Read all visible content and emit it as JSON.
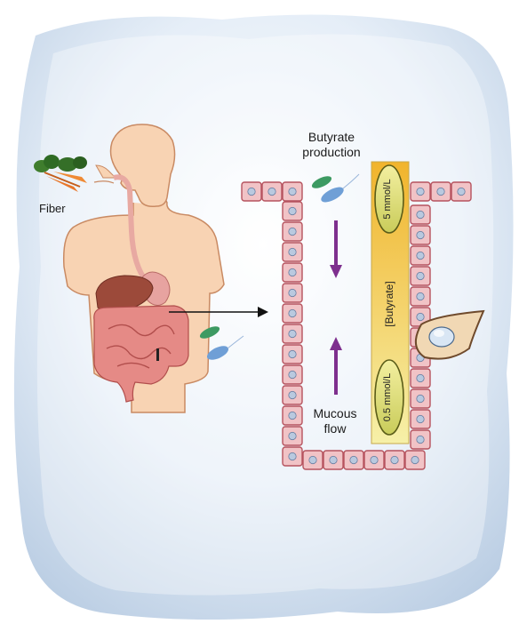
{
  "labels": {
    "fiber": "Fiber",
    "butyrate_production_line1": "Butyrate",
    "butyrate_production_line2": "production",
    "mucous_flow_line1": "Mucous",
    "mucous_flow_line2": "flow",
    "butyrate_axis": "[Butyrate]",
    "high_conc": "5 mmol/L",
    "low_conc": "0.5 mmol/L"
  },
  "colors": {
    "background_wash": "#b9cde4",
    "cell_fill": "#f1c3c6",
    "cell_border": "#b6535e",
    "nucleus": "#b9c9df",
    "gradient_top": "#f4ec9c",
    "gradient_bottom": "#f0b42a",
    "arrow": "#7e2f8e",
    "skin": "#f8d3b3",
    "skin_outline": "#c98a63",
    "intestine": "#e58a86",
    "liver": "#9c4a3a",
    "bacteria_green": "#3d9a62",
    "bacteria_blue": "#6f9fd6"
  }
}
